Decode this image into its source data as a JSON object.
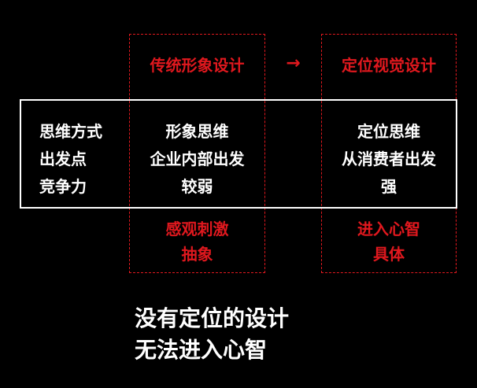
{
  "colors": {
    "background": "#000000",
    "accent_red": "#e0181e",
    "text_white": "#ffffff"
  },
  "headers": {
    "traditional": "传统形象设计",
    "arrow": "→",
    "positioning": "定位视觉设计"
  },
  "criteria": [
    "思维方式",
    "出发点",
    "竞争力"
  ],
  "traditional": {
    "rows": [
      "形象思维",
      "企业内部出发",
      "较弱"
    ],
    "outcome": [
      "感观刺激",
      "抽象"
    ]
  },
  "positioning": {
    "rows": [
      "定位思维",
      "从消费者出发",
      "强"
    ],
    "outcome": [
      "进入心智",
      "具体"
    ]
  },
  "conclusion": [
    "没有定位的设计",
    "无法进入心智"
  ]
}
